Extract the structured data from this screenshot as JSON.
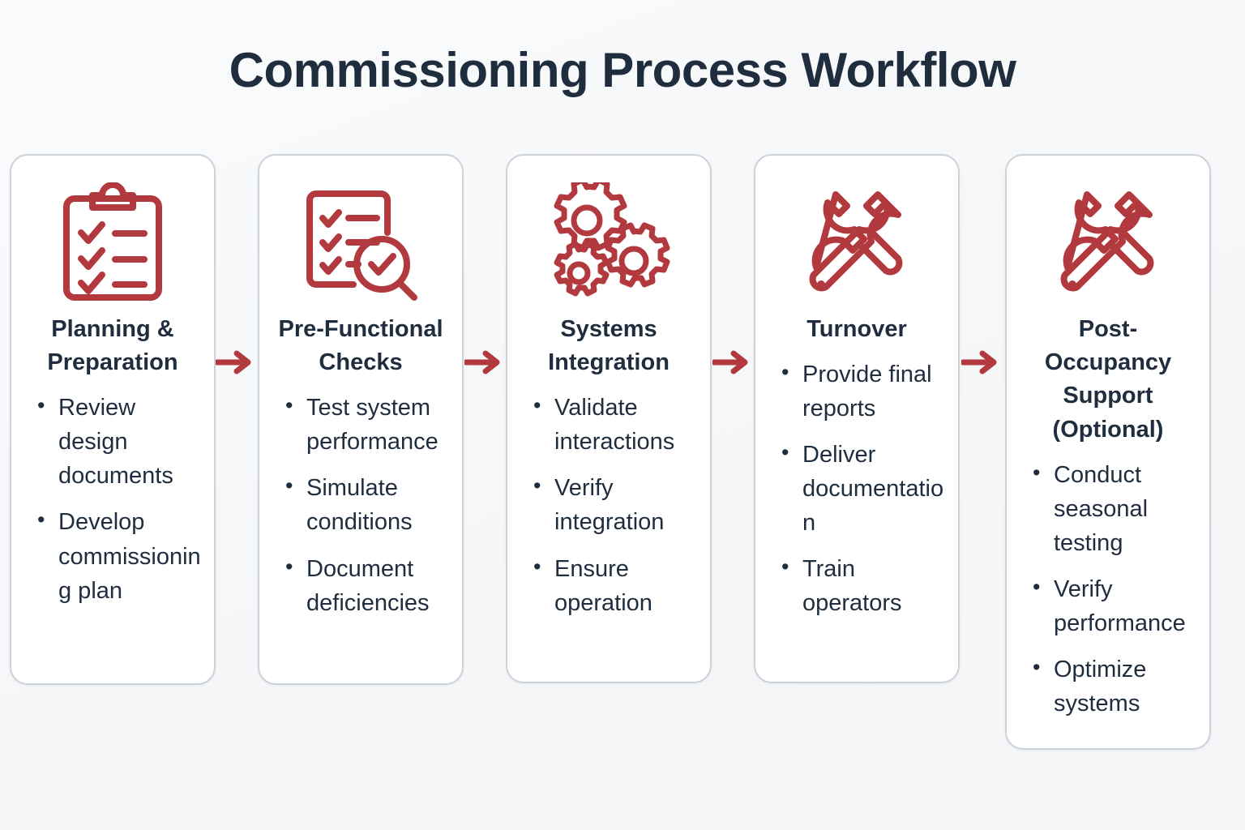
{
  "page": {
    "title": "Commissioning Process Workflow",
    "background_color": "#f7f8fa",
    "accent_color": "#b23a3f",
    "text_color": "#1f2d3f",
    "card_border_color": "#ccd2d9"
  },
  "arrows": [
    {
      "name": "arrow-1",
      "label": "→"
    },
    {
      "name": "arrow-2",
      "label": "→"
    },
    {
      "name": "arrow-3",
      "label": "→"
    },
    {
      "name": "arrow-4",
      "label": "→"
    }
  ],
  "steps": [
    {
      "index": 1,
      "icon": "clipboard-checklist-icon",
      "title": "Planning & Preparation",
      "bullets": [
        "Review design documents",
        "Develop commissioning plan"
      ]
    },
    {
      "index": 2,
      "icon": "document-search-check-icon",
      "title": "Pre-Functional Checks",
      "bullets": [
        "Test system performance",
        "Simulate conditions",
        "Document deficiencies"
      ]
    },
    {
      "index": 3,
      "icon": "gears-icon",
      "title": "Systems Integration",
      "bullets": [
        "Validate interactions",
        "Verify integration",
        "Ensure operation"
      ]
    },
    {
      "index": 4,
      "icon": "crossed-wrenches-icon",
      "title": "Turnover",
      "bullets": [
        "Provide final reports",
        "Deliver documentation",
        "Train operators"
      ]
    },
    {
      "index": 5,
      "icon": "crossed-wrenches-icon",
      "title": "Post-Occupancy Support (Optional)",
      "bullets": [
        "Conduct seasonal testing",
        "Verify performance",
        "Optimize systems"
      ]
    }
  ]
}
